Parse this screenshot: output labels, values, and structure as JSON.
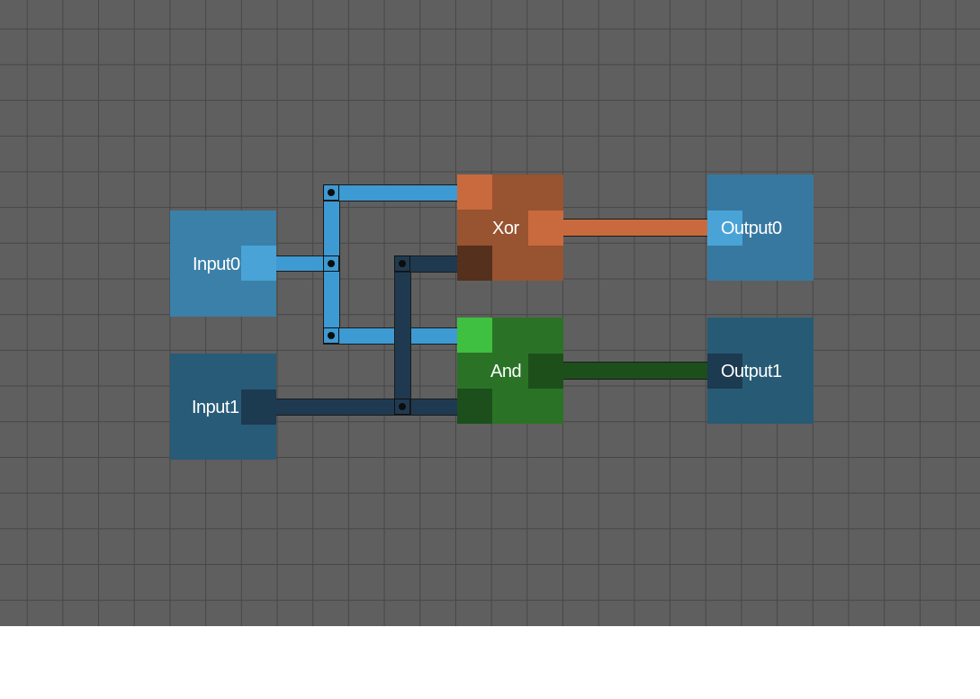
{
  "colors": {
    "grid_background": "#5f5f5f",
    "grid_line": "#474747",
    "wire_on": "#3d9ad2",
    "wire_off": "#1f3a50",
    "xor_body": "#985330",
    "xor_wire": "#c96a3e",
    "and_body": "#2a7326",
    "and_wire": "#1d4f1b",
    "input0": "#3a80a8",
    "input1": "#285b78",
    "output0": "#3778a0",
    "output1": "#275a75"
  },
  "blocks": {
    "input0": {
      "label": "Input0",
      "icon": "input-block"
    },
    "input1": {
      "label": "Input1",
      "icon": "input-block"
    },
    "xor": {
      "label": "Xor",
      "icon": "xor-gate"
    },
    "and": {
      "label": "And",
      "icon": "and-gate"
    },
    "output0": {
      "label": "Output0",
      "icon": "output-block"
    },
    "output1": {
      "label": "Output1",
      "icon": "output-block"
    }
  },
  "signals": {
    "input0": "high",
    "input1": "low",
    "xor_out": "high",
    "and_out": "low"
  }
}
